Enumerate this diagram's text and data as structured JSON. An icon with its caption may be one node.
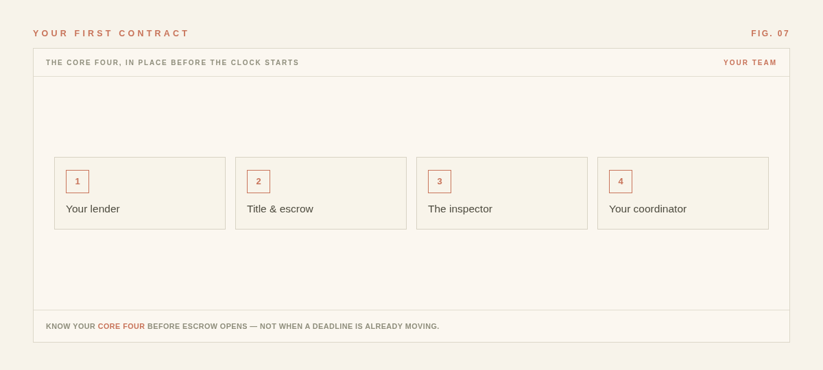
{
  "diagram": {
    "title": "YOUR FIRST CONTRACT",
    "nodes": [
      {
        "text": [
          "THE CORE FOUR, IN PLACE BEFORE THE CLOCK STARTS",
          "YOUR TEAM",
          "KNOW YOUR **CORE FOUR** BEFORE ESCROW OPENS — NOT WHEN A DEADLINE IS ALREADY MOVING."
        ]
      },
      {
        "text": [
          "1",
          "Your lender"
        ],
        "in": 0
      },
      {
        "text": [
          "2",
          "Title & escrow"
        ],
        "in": 0
      },
      {
        "text": [
          "3",
          "The inspector"
        ],
        "in": 0
      },
      {
        "text": [
          "4",
          "Your coordinator"
        ],
        "in": 0
      }
    ],
    "labels": [
      "FIG. 07"
    ]
  }
}
